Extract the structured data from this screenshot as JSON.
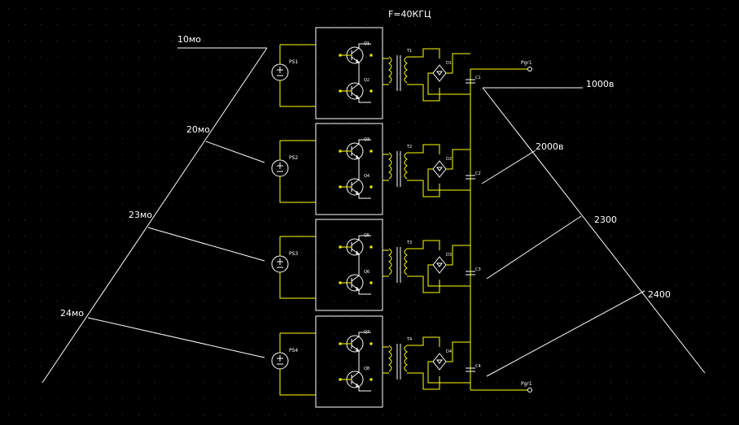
{
  "title": "F=40КГЦ",
  "left_annotations": [
    "10мо",
    "20мо",
    "23мо",
    "24мо"
  ],
  "right_annotations": [
    "1000в",
    "2000в",
    "2300",
    "2400"
  ],
  "stages": [
    {
      "ps": "PS1",
      "q_top": "Q1",
      "q_bot": "Q2",
      "t": "T1",
      "d": "D1",
      "c": "C1"
    },
    {
      "ps": "PS2",
      "q_top": "Q3",
      "q_bot": "Q4",
      "t": "T2",
      "d": "D2",
      "c": "C2"
    },
    {
      "ps": "PS3",
      "q_top": "Q5",
      "q_bot": "Q6",
      "t": "T3",
      "d": "D3",
      "c": "C3"
    },
    {
      "ps": "PS4",
      "q_top": "Q7",
      "q_bot": "Q8",
      "t": "T4",
      "d": "D4",
      "c": "C4"
    }
  ],
  "outputs": [
    "Pgr1",
    "Pgr1"
  ],
  "colors": {
    "wire": "#ffff00",
    "box": "#ffffff",
    "pin": "#ffff00",
    "background": "#000000"
  }
}
